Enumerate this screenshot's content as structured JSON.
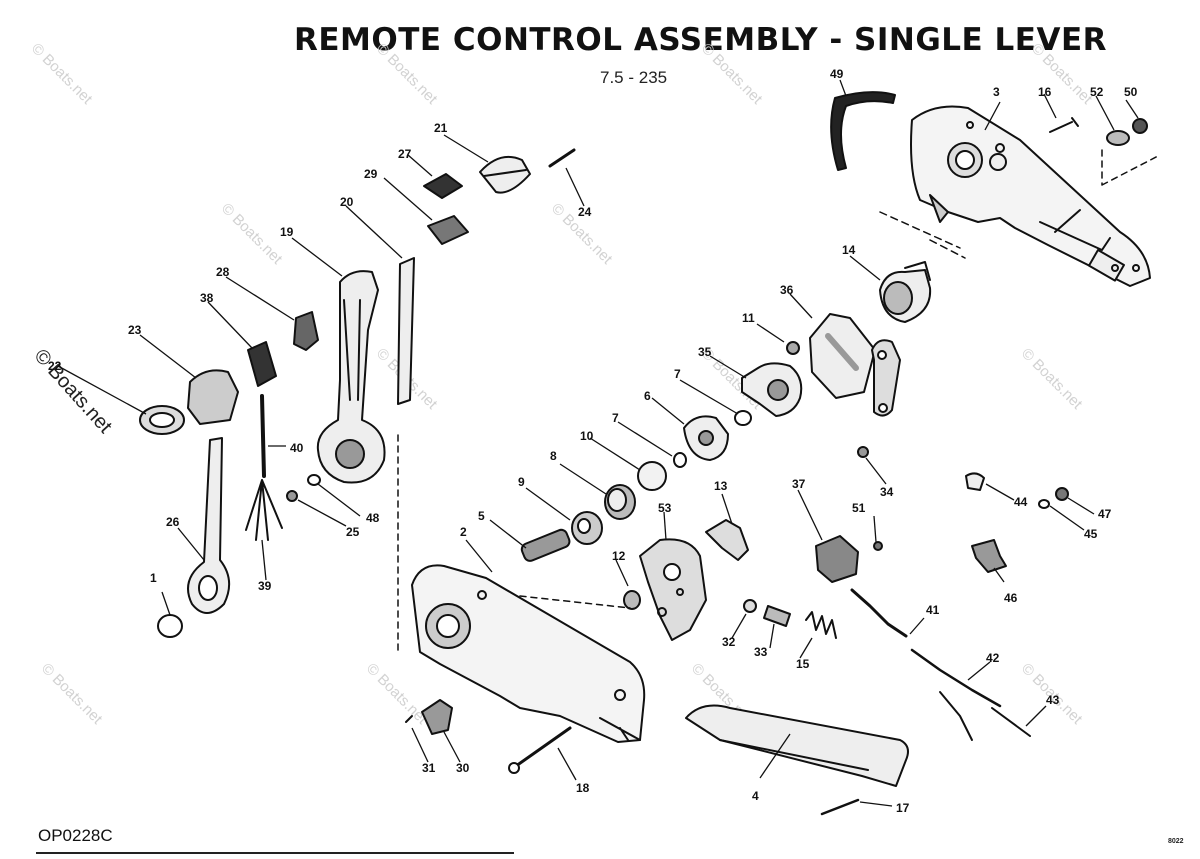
{
  "header": {
    "title": "REMOTE CONTROL ASSEMBLY - SINGLE LEVER",
    "subtitle": "7.5 - 235"
  },
  "footer": {
    "diagram_code": "OP0228C",
    "corner_mark": "8022"
  },
  "watermarks": [
    "© Boats.net",
    "© Boats.net",
    "© Boats.net",
    "© Boats.net",
    "© Boats.net",
    "© Boats.net",
    "© Boats.net",
    "© Boats.net",
    "© Boats.net",
    "© Boats.net",
    "© Boats.net",
    "© Boats.net",
    "© Boats.net"
  ],
  "watermark_featured": "© Boats.net",
  "callouts": [
    "1",
    "2",
    "3",
    "4",
    "5",
    "6",
    "7",
    "7",
    "8",
    "9",
    "10",
    "11",
    "12",
    "13",
    "14",
    "15",
    "16",
    "17",
    "18",
    "19",
    "20",
    "21",
    "22",
    "23",
    "24",
    "25",
    "26",
    "27",
    "28",
    "29",
    "30",
    "31",
    "32",
    "33",
    "34",
    "35",
    "36",
    "37",
    "38",
    "39",
    "40",
    "41",
    "42",
    "43",
    "44",
    "45",
    "46",
    "47",
    "48",
    "49",
    "50",
    "51",
    "52",
    "53"
  ]
}
